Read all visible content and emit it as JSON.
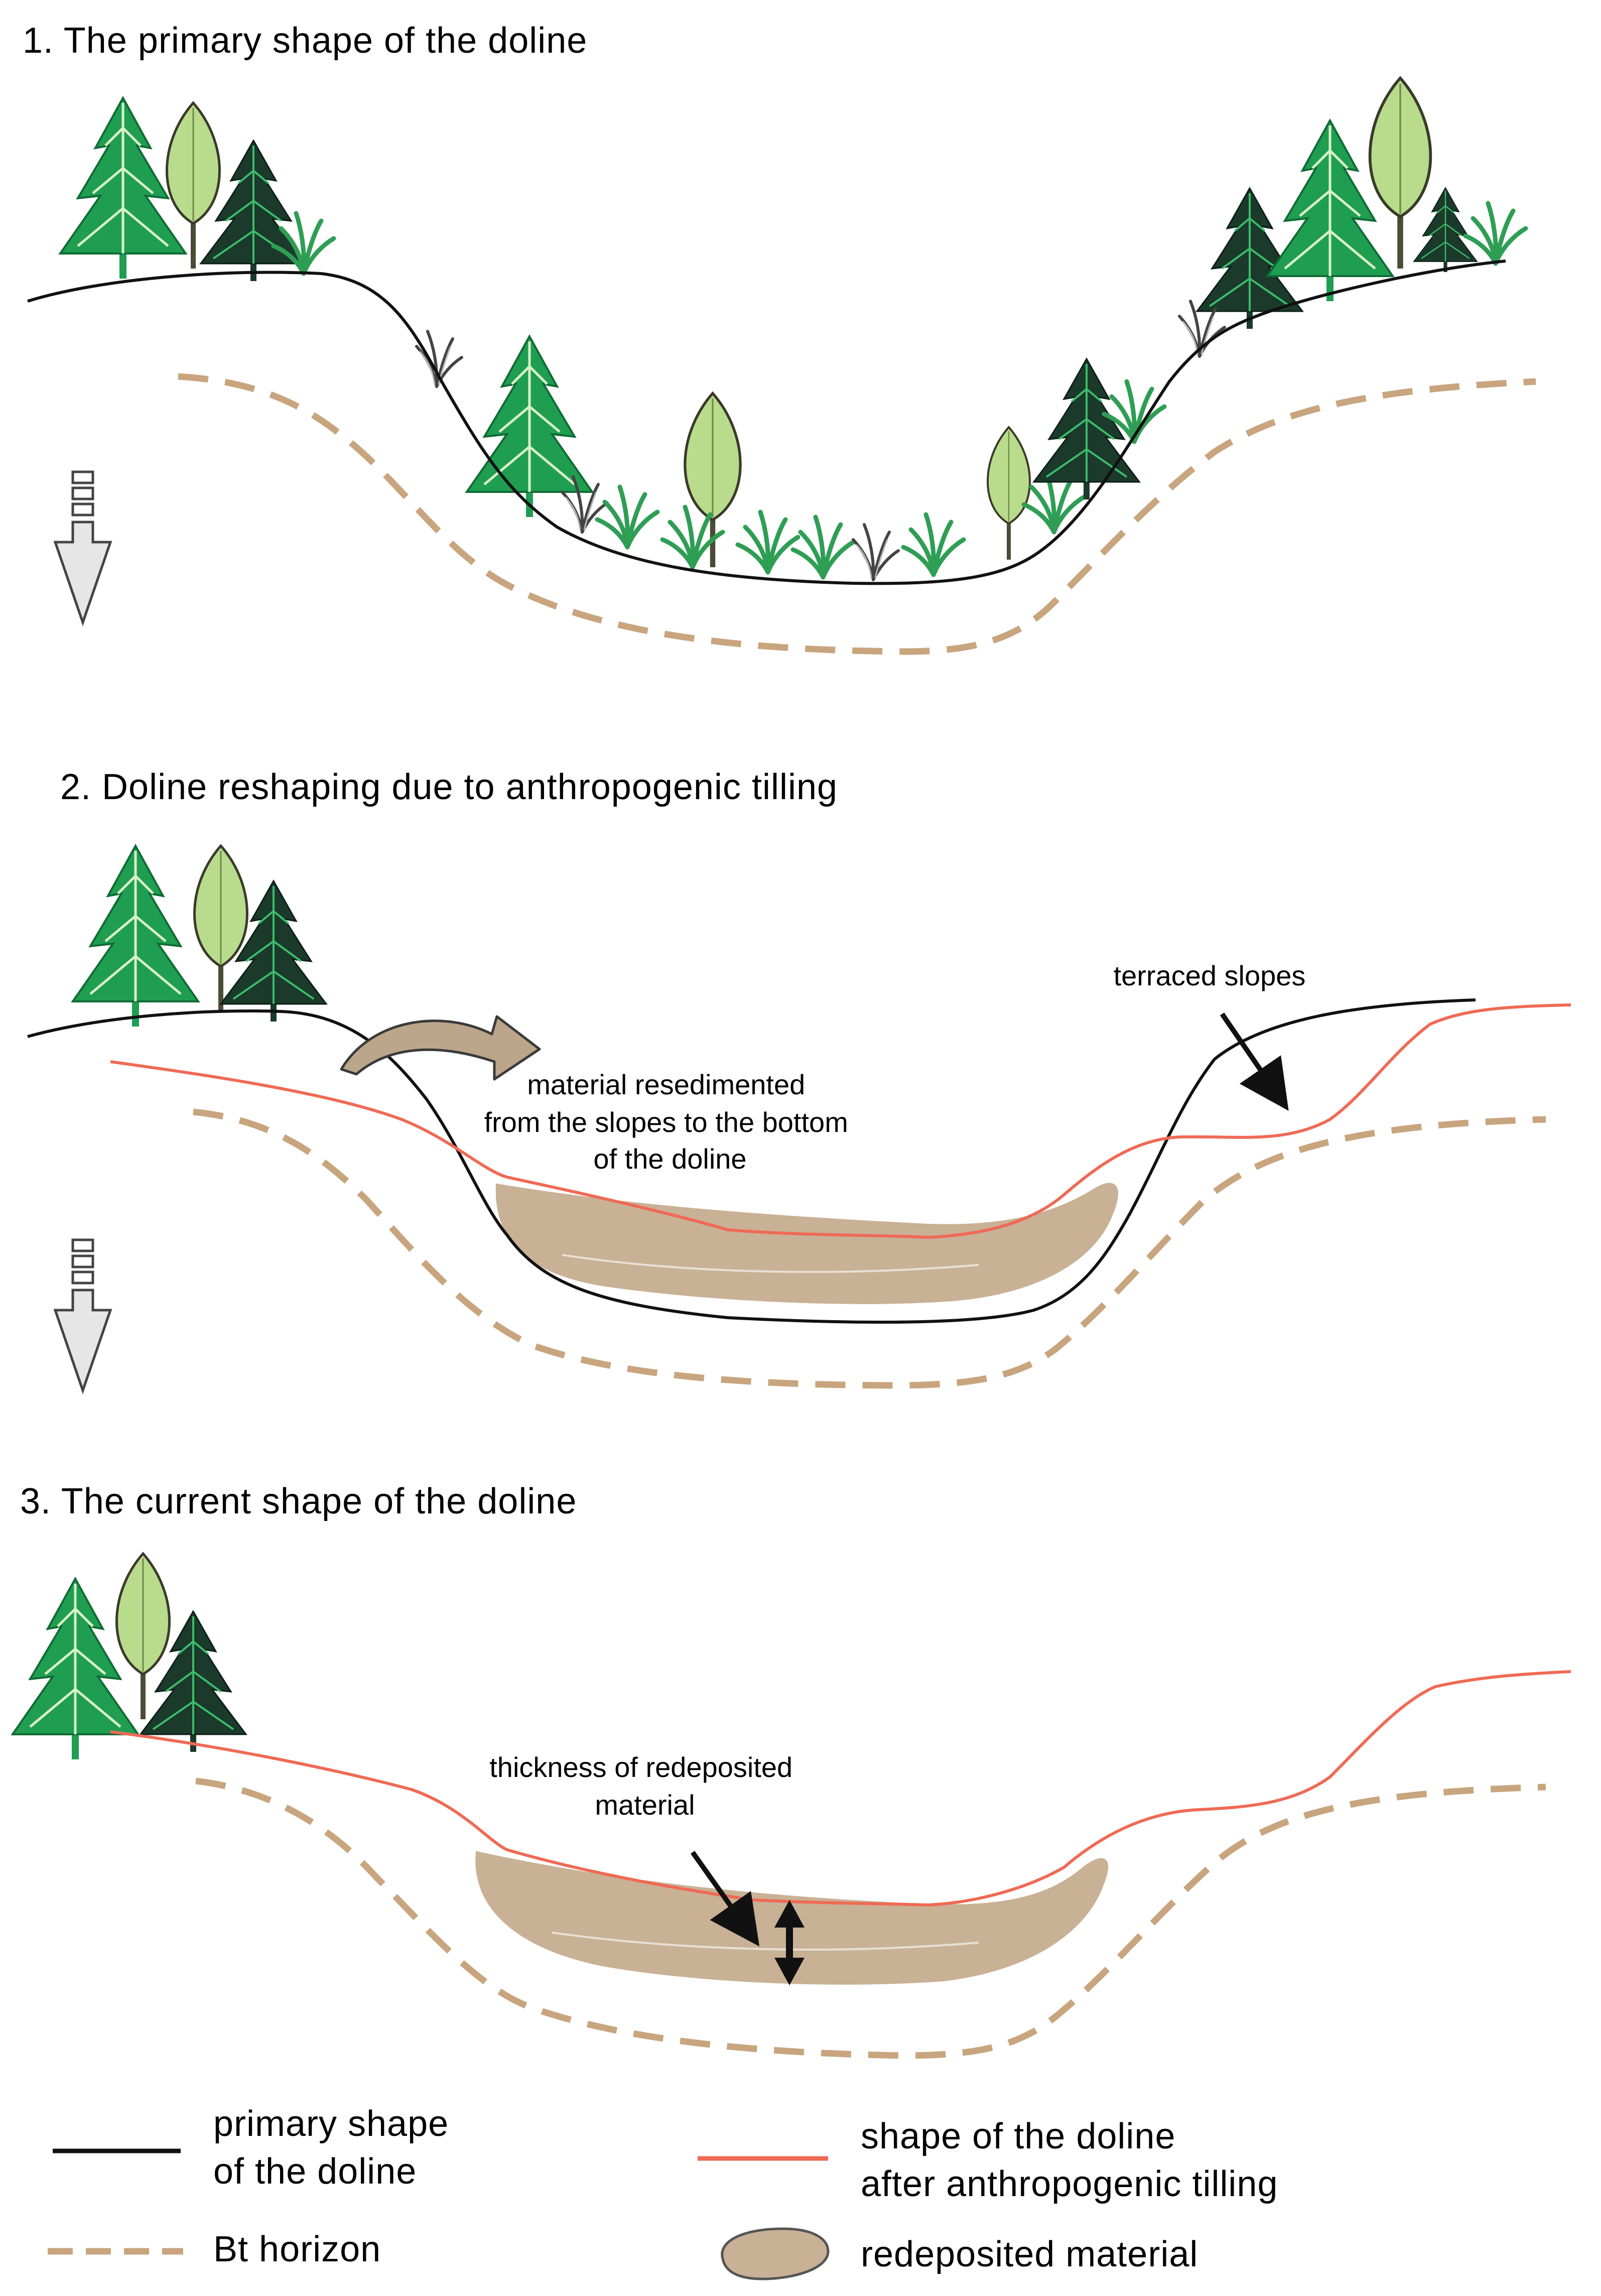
{
  "panels": [
    {
      "title": "1. The primary shape of the doline"
    },
    {
      "title": "2. Doline reshaping due to anthropogenic tilling"
    },
    {
      "title": "3. The current shape of the doline"
    }
  ],
  "annotations": {
    "terraced": "terraced slopes",
    "resedimented": [
      "material resedimented",
      "from the slopes to the bottom",
      "of the doline"
    ],
    "thickness": [
      "thickness of redeposited",
      "material"
    ]
  },
  "legend": {
    "primary": [
      "primary shape",
      "of the doline"
    ],
    "bt": "Bt horizon",
    "after_tilling": [
      "shape of the doline",
      "after anthropogenic tilling"
    ],
    "redeposited": "redeposited material"
  },
  "colors": {
    "primary_line": "#111111",
    "bt_horizon": "#c8a57e",
    "tilled_line": "#ef6a55",
    "redeposited_fill": "#c9b196",
    "conifer": "#1f9e52",
    "conifer_dark": "#1b3a2b",
    "leafy_tree": "#b9dc8c",
    "arrow_fill": "#bba58b"
  }
}
